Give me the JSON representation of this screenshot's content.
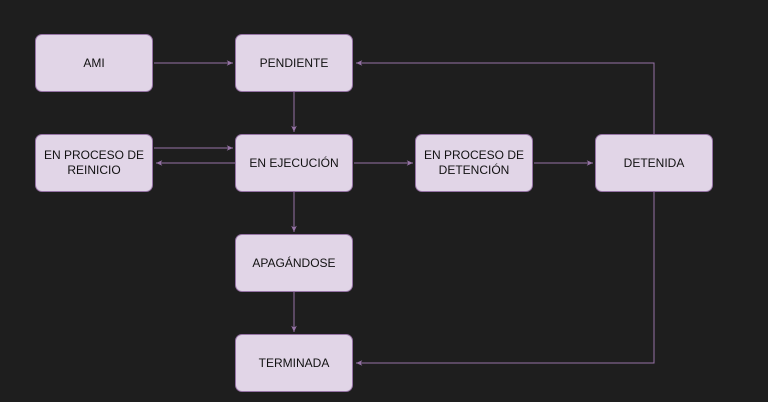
{
  "diagram": {
    "nodes": {
      "ami": "AMI",
      "pendiente": "PENDIENTE",
      "reinicio": "EN PROCESO DE\nREINICIO",
      "ejecucion": "EN EJECUCIÓN",
      "detencion": "EN PROCESO DE\nDETENCIÓN",
      "detenida": "DETENIDA",
      "apagandose": "APAGÁNDOSE",
      "terminada": "TERMINADA"
    },
    "edges": [
      {
        "from": "ami",
        "to": "pendiente"
      },
      {
        "from": "pendiente",
        "to": "ejecucion"
      },
      {
        "from": "reinicio",
        "to": "ejecucion"
      },
      {
        "from": "ejecucion",
        "to": "reinicio"
      },
      {
        "from": "ejecucion",
        "to": "detencion"
      },
      {
        "from": "detencion",
        "to": "detenida"
      },
      {
        "from": "detenida",
        "to": "pendiente"
      },
      {
        "from": "ejecucion",
        "to": "apagandose"
      },
      {
        "from": "apagandose",
        "to": "terminada"
      },
      {
        "from": "detenida",
        "to": "terminada"
      }
    ],
    "colors": {
      "background": "#1e1e1e",
      "node_fill": "#e1d5e7",
      "node_stroke": "#9673a6",
      "edge": "#9673a6",
      "text": "#111111"
    }
  }
}
